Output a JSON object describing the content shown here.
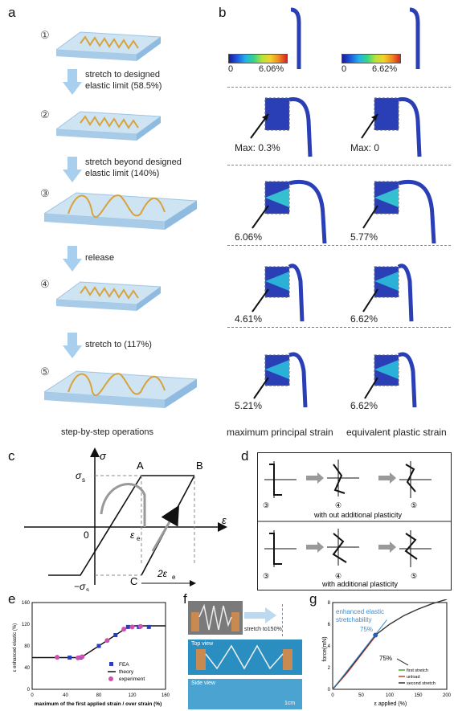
{
  "panel_labels": {
    "a": "a",
    "b": "b",
    "c": "c",
    "d": "d",
    "e": "e",
    "f": "f",
    "g": "g"
  },
  "panel_a": {
    "steps": [
      "①",
      "②",
      "③",
      "④",
      "⑤"
    ],
    "arrows": [
      [
        "stretch to designed",
        "elastic limit (58.5%)"
      ],
      [
        "stretch beyond designed",
        "elastic limit (140%)"
      ],
      [
        "release"
      ],
      [
        "stretch to (117%)"
      ]
    ],
    "caption": "step-by-step operations"
  },
  "panel_b": {
    "colorbar_left": {
      "min": "0",
      "max": "6.06%"
    },
    "colorbar_right": {
      "min": "0",
      "max": "6.62%"
    },
    "rows_left": [
      "Max: 0.3%",
      "6.06%",
      "4.61%",
      "5.21%"
    ],
    "rows_right": [
      "Max: 0",
      "5.77%",
      "6.62%",
      "6.62%"
    ],
    "caption_left": "maximum principal strain",
    "caption_right": "equivalent plastic strain",
    "colors": {
      "beam": "#2a3fb5",
      "outline": "#666"
    }
  },
  "panel_c": {
    "y_axis": "σ",
    "x_axis": "ε",
    "origin": "0",
    "sigma_s": "σ",
    "sigma_s_sub": "s",
    "neg_sigma_s": "−σ",
    "neg_sigma_s_sub": "s",
    "eps_e": "ε",
    "eps_e_sub": "e",
    "two_eps_e": "2ε",
    "two_eps_e_sub": "e",
    "point_A": "A",
    "point_B": "B",
    "point_C": "C"
  },
  "panel_d": {
    "top_label": "with out additional plasticity",
    "bottom_label": "with additional plasticity",
    "steps": [
      "③",
      "④",
      "⑤"
    ]
  },
  "panel_e": {
    "xlabel": "maximum of the first applied strain / over strain (%)",
    "ylabel": "ε enhanced elastic (%)",
    "xticks": [
      "0",
      "40",
      "80",
      "120",
      "160"
    ],
    "yticks": [
      "0",
      "40",
      "80",
      "120",
      "160"
    ],
    "legend": [
      "FEA",
      "theory",
      "experiment"
    ]
  },
  "panel_f": {
    "stretch_label": "stretch to150%",
    "top_view": "Top view",
    "side_view": "Side view",
    "scale": "1cm"
  },
  "panel_g": {
    "annotation": "enhanced elastic\nstretchability",
    "pct_blue": "75%",
    "pct_black": "75%",
    "ylabel": "force(mN)",
    "xlabel": "ε applied (%)",
    "xticks": [
      "0",
      "50",
      "100",
      "150",
      "200"
    ],
    "yticks": [
      "0",
      "2",
      "4",
      "6",
      "8"
    ],
    "legend": [
      "first stretch",
      "unload",
      "second stretch"
    ],
    "colors": {
      "first": "#3aaa35",
      "unload": "#d23a2a",
      "second": "#333333"
    }
  },
  "chart_data": [
    {
      "type": "scatter",
      "title": "",
      "xlabel": "maximum of the first applied strain / over strain (%)",
      "ylabel": "ε enhanced elastic (%)",
      "xlim": [
        0,
        160
      ],
      "ylim": [
        0,
        160
      ],
      "series": [
        {
          "name": "FEA",
          "x": [
            45,
            58,
            80,
            100,
            115,
            128,
            140
          ],
          "y": [
            58.5,
            58.5,
            80,
            100,
            115,
            115,
            115
          ]
        },
        {
          "name": "theory",
          "x": [
            0,
            58.5,
            117,
            160
          ],
          "y": [
            58.5,
            58.5,
            117,
            117
          ]
        },
        {
          "name": "experiment",
          "x": [
            30,
            55,
            60,
            90,
            110,
            120,
            130
          ],
          "y": [
            59,
            58,
            60,
            90,
            111,
            115,
            116
          ]
        }
      ]
    },
    {
      "type": "line",
      "title": "",
      "xlabel": "ε applied (%)",
      "ylabel": "force(mN)",
      "xlim": [
        0,
        200
      ],
      "ylim": [
        0,
        8
      ],
      "series": [
        {
          "name": "first stretch",
          "x": [
            0,
            25,
            50,
            75
          ],
          "y": [
            0,
            1.6,
            3.3,
            5.0
          ]
        },
        {
          "name": "unload",
          "x": [
            0,
            25,
            50,
            75
          ],
          "y": [
            0,
            1.5,
            3.2,
            4.9
          ]
        },
        {
          "name": "second stretch",
          "x": [
            0,
            40,
            75,
            100,
            125,
            150,
            175,
            200
          ],
          "y": [
            0,
            2.6,
            5.0,
            6.0,
            6.8,
            7.4,
            7.9,
            8.3
          ]
        }
      ]
    }
  ]
}
